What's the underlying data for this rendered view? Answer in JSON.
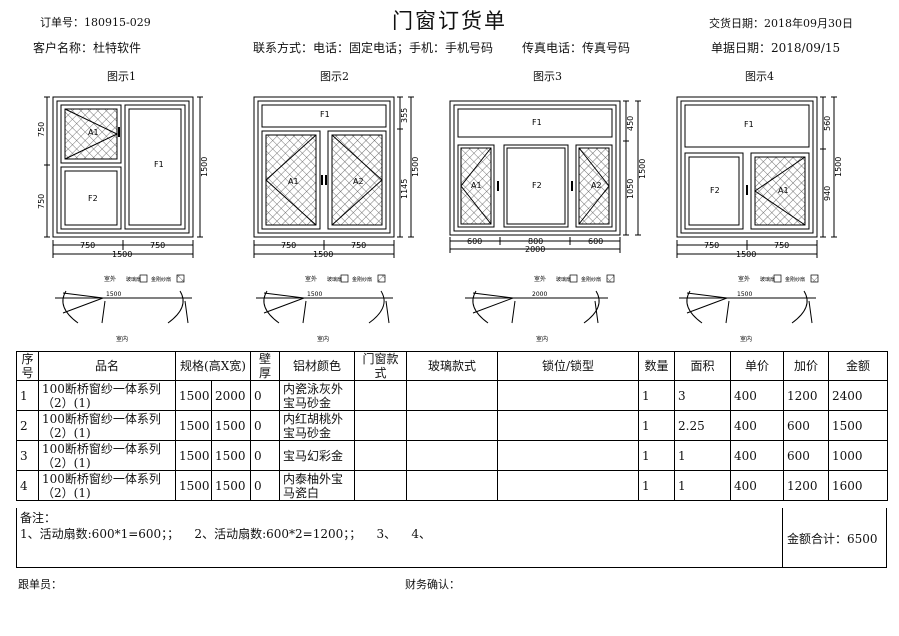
{
  "header": {
    "order_no": "订单号：180915-029",
    "title": "门窗订货单",
    "delivery_date": "交货日期：2018年09月30日",
    "customer": "客户名称：杜特软件",
    "contact": "联系方式：电话：固定电话；手机：手机号码",
    "fax": "传真电话：传真号码",
    "doc_date": "单据日期：2018/09/15"
  },
  "figures": [
    {
      "label": "图示1",
      "dims": [
        "750",
        "750",
        "1500",
        "750",
        "750",
        "1500"
      ],
      "sashes": [
        "A1",
        "F1",
        "F2"
      ],
      "plan_width": "1500"
    },
    {
      "label": "图示2",
      "dims": [
        "355",
        "1145",
        "1500",
        "750",
        "750",
        "1500"
      ],
      "sashes": [
        "F1",
        "A1",
        "A2"
      ],
      "plan_width": "1500"
    },
    {
      "label": "图示3",
      "dims": [
        "450",
        "1050",
        "1500",
        "600",
        "800",
        "600",
        "2000"
      ],
      "sashes": [
        "F1",
        "A1",
        "F2",
        "A2"
      ],
      "plan_width": "2000"
    },
    {
      "label": "图示4",
      "dims": [
        "560",
        "940",
        "1500",
        "750",
        "750",
        "1500"
      ],
      "sashes": [
        "F1",
        "F2",
        "A1"
      ],
      "plan_width": "1500"
    }
  ],
  "legend": {
    "outside": "室外",
    "glass": "玻璃扇",
    "screen": "金刚纱扇",
    "inside": "室内"
  },
  "table": {
    "headers": [
      "序号",
      "品名",
      "规格(高X宽)",
      "壁厚",
      "铝材颜色",
      "门窗款式",
      "玻璃款式",
      "锁位/锁型",
      "数量",
      "面积",
      "单价",
      "加价",
      "金额"
    ],
    "rows": [
      {
        "no": "1",
        "name": "100断桥窗纱一体系列（2）(1)",
        "h": "1500",
        "w": "2000",
        "thick": "0",
        "color": "内瓷泳灰外宝马砂金",
        "style": "",
        "glass": "",
        "lock": "",
        "qty": "1",
        "area": "3",
        "price": "400",
        "extra": "1200",
        "amount": "2400"
      },
      {
        "no": "2",
        "name": "100断桥窗纱一体系列（2）(1)",
        "h": "1500",
        "w": "1500",
        "thick": "0",
        "color": "内红胡桃外宝马砂金",
        "style": "",
        "glass": "",
        "lock": "",
        "qty": "1",
        "area": "2.25",
        "price": "400",
        "extra": "600",
        "amount": "1500"
      },
      {
        "no": "3",
        "name": "100断桥窗纱一体系列（2）(1)",
        "h": "1500",
        "w": "1500",
        "thick": "0",
        "color": "宝马幻彩金",
        "style": "",
        "glass": "",
        "lock": "",
        "qty": "1",
        "area": "1",
        "price": "400",
        "extra": "600",
        "amount": "1000"
      },
      {
        "no": "4",
        "name": "100断桥窗纱一体系列（2）(1)",
        "h": "1500",
        "w": "1500",
        "thick": "0",
        "color": "内泰柚外宝马瓷白",
        "style": "",
        "glass": "",
        "lock": "",
        "qty": "1",
        "area": "1",
        "price": "400",
        "extra": "1200",
        "amount": "1600"
      }
    ]
  },
  "notes": {
    "label": "备注：",
    "text": "1、活动扇数:600*1=600；；    2、活动扇数:600*2=1200；；    3、    4、",
    "total": "金额合计：6500"
  },
  "footer": {
    "follower": "跟单员：",
    "finance": "财务确认："
  }
}
